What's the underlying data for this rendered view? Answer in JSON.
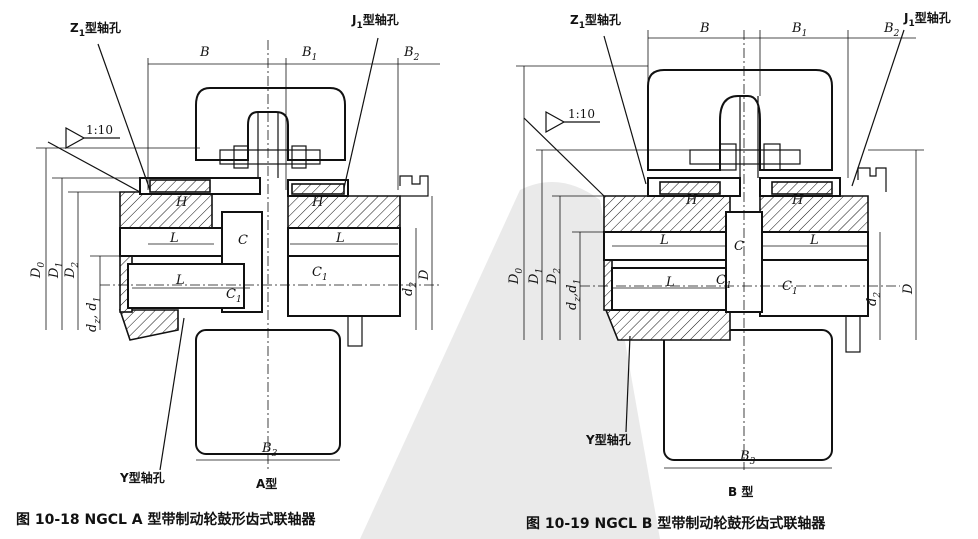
{
  "figure_a": {
    "labels": {
      "z1_bore": "Z",
      "z1_bore_sub": "1",
      "z1_bore_suffix": "型轴孔",
      "j1_bore": "J",
      "j1_bore_sub": "1",
      "j1_bore_suffix": "型轴孔",
      "y_bore": "Y型轴孔",
      "taper": "1:10",
      "B": "B",
      "B1": "B",
      "B1_sub": "1",
      "B2": "B",
      "B2_sub": "2",
      "B3": "B",
      "B3_sub": "3",
      "H_left": "H",
      "H_right": "H",
      "L1": "L",
      "L2": "L",
      "L3": "L",
      "C": "C",
      "C1_top": "C",
      "C1_top_sub": "1",
      "C1_bot": "C",
      "C1_bot_sub": "1",
      "D0": "D",
      "D0_sub": "0",
      "D1": "D",
      "D1_sub": "1",
      "D2": "D",
      "D2_sub": "2",
      "dz_d1": "d",
      "dz_sub": "z",
      "dz_mid": ", d",
      "dz_sub2": "1",
      "d2": "d",
      "d2_sub": "2",
      "D": "D",
      "type": "A型"
    },
    "caption": "图 10-18   NGCL A 型带制动轮鼓形齿式联轴器"
  },
  "figure_b": {
    "labels": {
      "z1_bore": "Z",
      "z1_bore_sub": "1",
      "z1_bore_suffix": "型轴孔",
      "j1_bore": "J",
      "j1_bore_sub": "1",
      "j1_bore_suffix": "型轴孔",
      "y_bore": "Y型轴孔",
      "taper": "1:10",
      "B": "B",
      "B1": "B",
      "B1_sub": "1",
      "B2": "B",
      "B2_sub": "2",
      "B3": "B",
      "B3_sub": "3",
      "H_left": "H",
      "H_right": "H",
      "L1": "L",
      "L2": "L",
      "L3": "L",
      "C": "C",
      "C1_top": "C",
      "C1_top_sub": "1",
      "C1_bot": "C",
      "C1_bot_sub": "1",
      "D0": "D",
      "D0_sub": "0",
      "D1": "D",
      "D1_sub": "1",
      "D2": "D",
      "D2_sub": "2",
      "dz_d1": "d",
      "dz_sub": "z",
      "dz_mid": ",d",
      "dz_sub2": "1",
      "d2": "d",
      "d2_sub": "2",
      "D": "D",
      "type": "B 型"
    },
    "caption": "图 10-19   NGCL B 型带制动轮鼓形齿式联轴器"
  }
}
